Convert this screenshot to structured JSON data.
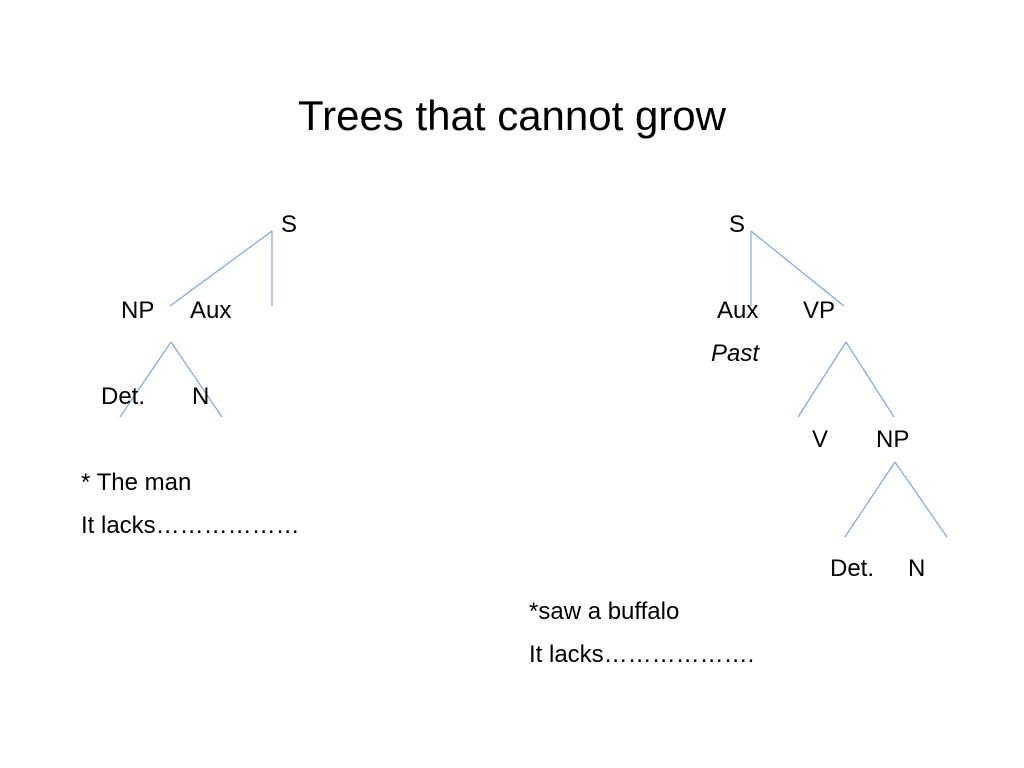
{
  "title": "Trees that cannot grow",
  "line_color": "#7fa8d9",
  "left_tree": {
    "root": "S",
    "np": "NP",
    "aux": "Aux",
    "det": "Det.",
    "n": "N",
    "example": "* The man",
    "comment": "It lacks………………"
  },
  "right_tree": {
    "root": "S",
    "aux": "Aux",
    "aux_value": "Past",
    "vp": "VP",
    "v": "V",
    "np": "NP",
    "det": "Det.",
    "n": "N",
    "example": "*saw a buffalo",
    "comment": "It lacks………………."
  }
}
